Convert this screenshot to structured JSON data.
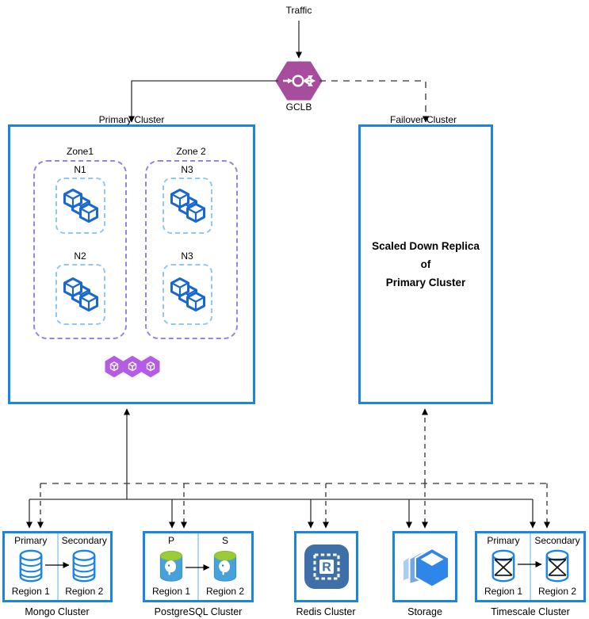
{
  "colors": {
    "cluster_border": "#1A84E8",
    "zone_border": "#9187E0",
    "node_border": "#8FC7F5",
    "gclb_purple": "#A64D9E",
    "node_cube_blue": "#1967D2",
    "k8s_purple": "#B55CE6",
    "redis_blue": "#3E6FA9",
    "storage_blue": "#2E86E8",
    "postgres_body": "#47A2D9",
    "postgres_top": "#9BCA3B",
    "connector": "#333333"
  },
  "top": {
    "traffic_label": "Traffic",
    "gclb_label": "GCLB",
    "gclb_icon": "load-balancer-icon"
  },
  "primary_cluster": {
    "label": "Primary Cluster",
    "zones": [
      {
        "label": "Zone1",
        "nodes": [
          {
            "label": "N1"
          },
          {
            "label": "N2"
          }
        ]
      },
      {
        "label": "Zone 2",
        "nodes": [
          {
            "label": "N3"
          },
          {
            "label": "N3"
          }
        ]
      }
    ],
    "node_icon": "compute-cubes-icon",
    "footer_icon": "kubernetes-nodes-icon"
  },
  "failover_cluster": {
    "label": "Failover Cluster",
    "lines": [
      "Scaled Down Replica",
      "of",
      "Primary Cluster"
    ]
  },
  "bottom_clusters": [
    {
      "title": "Mongo Cluster",
      "icon": "mongodb-database-icon",
      "cells": {
        "left_label": "Primary",
        "right_label": "Secondary",
        "left_region": "Region 1",
        "right_region": "Region 2"
      }
    },
    {
      "title": "PostgreSQL Cluster",
      "icon": "postgresql-database-icon",
      "cells": {
        "left_label": "P",
        "right_label": "S",
        "left_region": "Region 1",
        "right_region": "Region 2"
      }
    },
    {
      "title": "Redis Cluster",
      "icon": "redis-icon",
      "icon_letter": "R"
    },
    {
      "title": "Storage",
      "icon": "storage-icon"
    },
    {
      "title": "Timescale Cluster",
      "icon": "timescale-database-icon",
      "cells": {
        "left_label": "Primary",
        "right_label": "Secondary",
        "left_region": "Region 1",
        "right_region": "Region 2"
      }
    }
  ],
  "connections": [
    {
      "from": "Traffic",
      "to": "GCLB",
      "style": "solid"
    },
    {
      "from": "GCLB",
      "to": "Primary Cluster",
      "style": "solid"
    },
    {
      "from": "GCLB",
      "to": "Failover Cluster",
      "style": "dashed"
    },
    {
      "from": "database bus",
      "to": "Primary Cluster",
      "style": "solid"
    },
    {
      "from": "database bus",
      "to": "Failover Cluster",
      "style": "dashed"
    },
    {
      "from": "Primary Cluster",
      "to": "Mongo, PostgreSQL, Redis, Storage, Timescale",
      "style": "solid"
    },
    {
      "from": "Failover Cluster",
      "to": "Mongo, PostgreSQL, Redis, Storage, Timescale",
      "style": "dashed"
    },
    {
      "from": "Primary region",
      "to": "Secondary region",
      "style": "solid"
    }
  ]
}
